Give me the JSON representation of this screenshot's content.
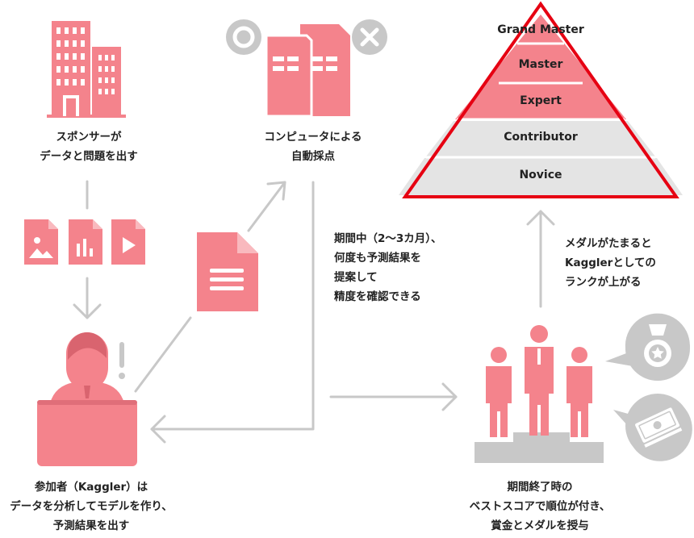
{
  "colors": {
    "primary": "#f4838c",
    "pyramid_border": "#e60012",
    "gray": "#c8c8c8",
    "arrow": "#c8c8c8"
  },
  "sponsor": {
    "line1": "スポンサーが",
    "line2": "データと問題を出す",
    "icon": "building-icon"
  },
  "scoring": {
    "line1": "コンピュータによる",
    "line2": "自動採点",
    "icon": "computer-icon"
  },
  "participant": {
    "line1": "参加者（Kaggler）は",
    "line2": "データを分析してモデルを作り、",
    "line3": "予測結果を出す",
    "icon": "person-laptop-icon"
  },
  "period_note": {
    "line1": "期間中（2〜3カ月）、",
    "line2": "何度も予測結果を",
    "line3": "提案して",
    "line4": "精度を確認できる"
  },
  "ranking_note": {
    "line1": "メダルがたまると",
    "line2": "Kagglerとしての",
    "line3": "ランクが上がる"
  },
  "award": {
    "line1": "期間終了時の",
    "line2": "ベストスコアで順位が付き、",
    "line3": "賞金とメダルを授与",
    "icon": "podium-icon"
  },
  "pyramid": {
    "tiers": [
      "Grand Master",
      "Master",
      "Expert",
      "Contributor",
      "Novice"
    ]
  }
}
